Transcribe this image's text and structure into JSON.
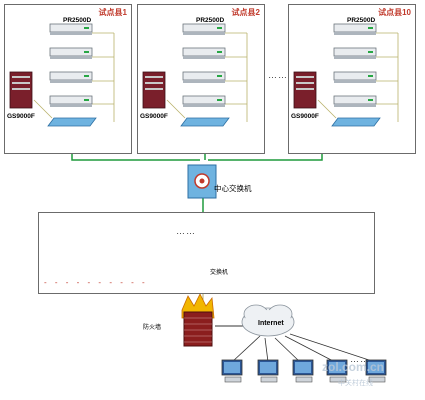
{
  "sites": [
    {
      "title": "试点县1",
      "server_label": "PR2500D",
      "storage_label": "GS9000F"
    },
    {
      "title": "试点县2",
      "server_label": "PR2500D",
      "storage_label": "GS9000F"
    },
    {
      "title": "试点县10",
      "server_label": "PR2500D",
      "storage_label": "GS9000F"
    }
  ],
  "between_sites_ellipsis": "……",
  "center_switch_label": "中心交换机",
  "lan": {
    "ellipsis": "……",
    "switch_label": "交换机",
    "dash_row": "- - - - - - - - - -"
  },
  "firewall_label": "防火墙",
  "internet_label": "Internet",
  "clients_ellipsis": "……",
  "watermark": {
    "line1": "zol.com.cn",
    "line2": "中关村在线"
  },
  "colors": {
    "link_green": "#1f9a3c",
    "site_line_olive": "#b9b16a",
    "title_red": "#c0392b",
    "switch_blue": "#6fb3e0"
  }
}
